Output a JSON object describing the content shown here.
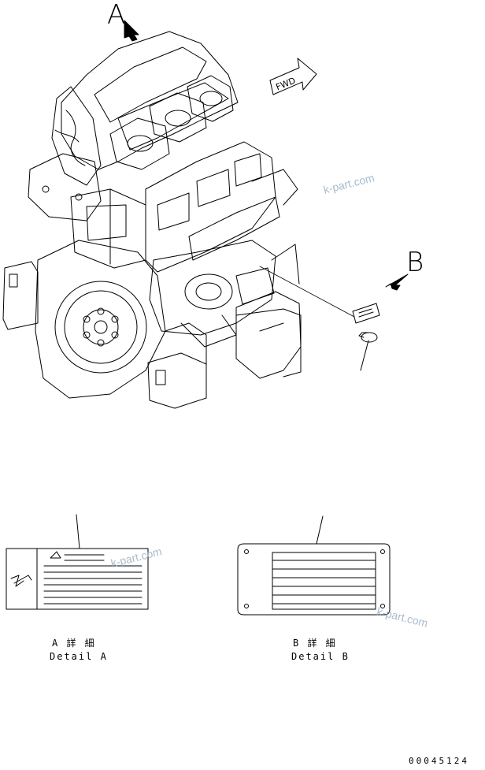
{
  "callouts": {
    "a": "A",
    "b": "B"
  },
  "fwd_label": "FWD",
  "watermark": "k-part.com",
  "detail_a": {
    "jp": "A 詳 細",
    "en": "Detail A"
  },
  "detail_b": {
    "jp": "B 詳 細",
    "en": "Detail B"
  },
  "drawing_number": "00045124"
}
